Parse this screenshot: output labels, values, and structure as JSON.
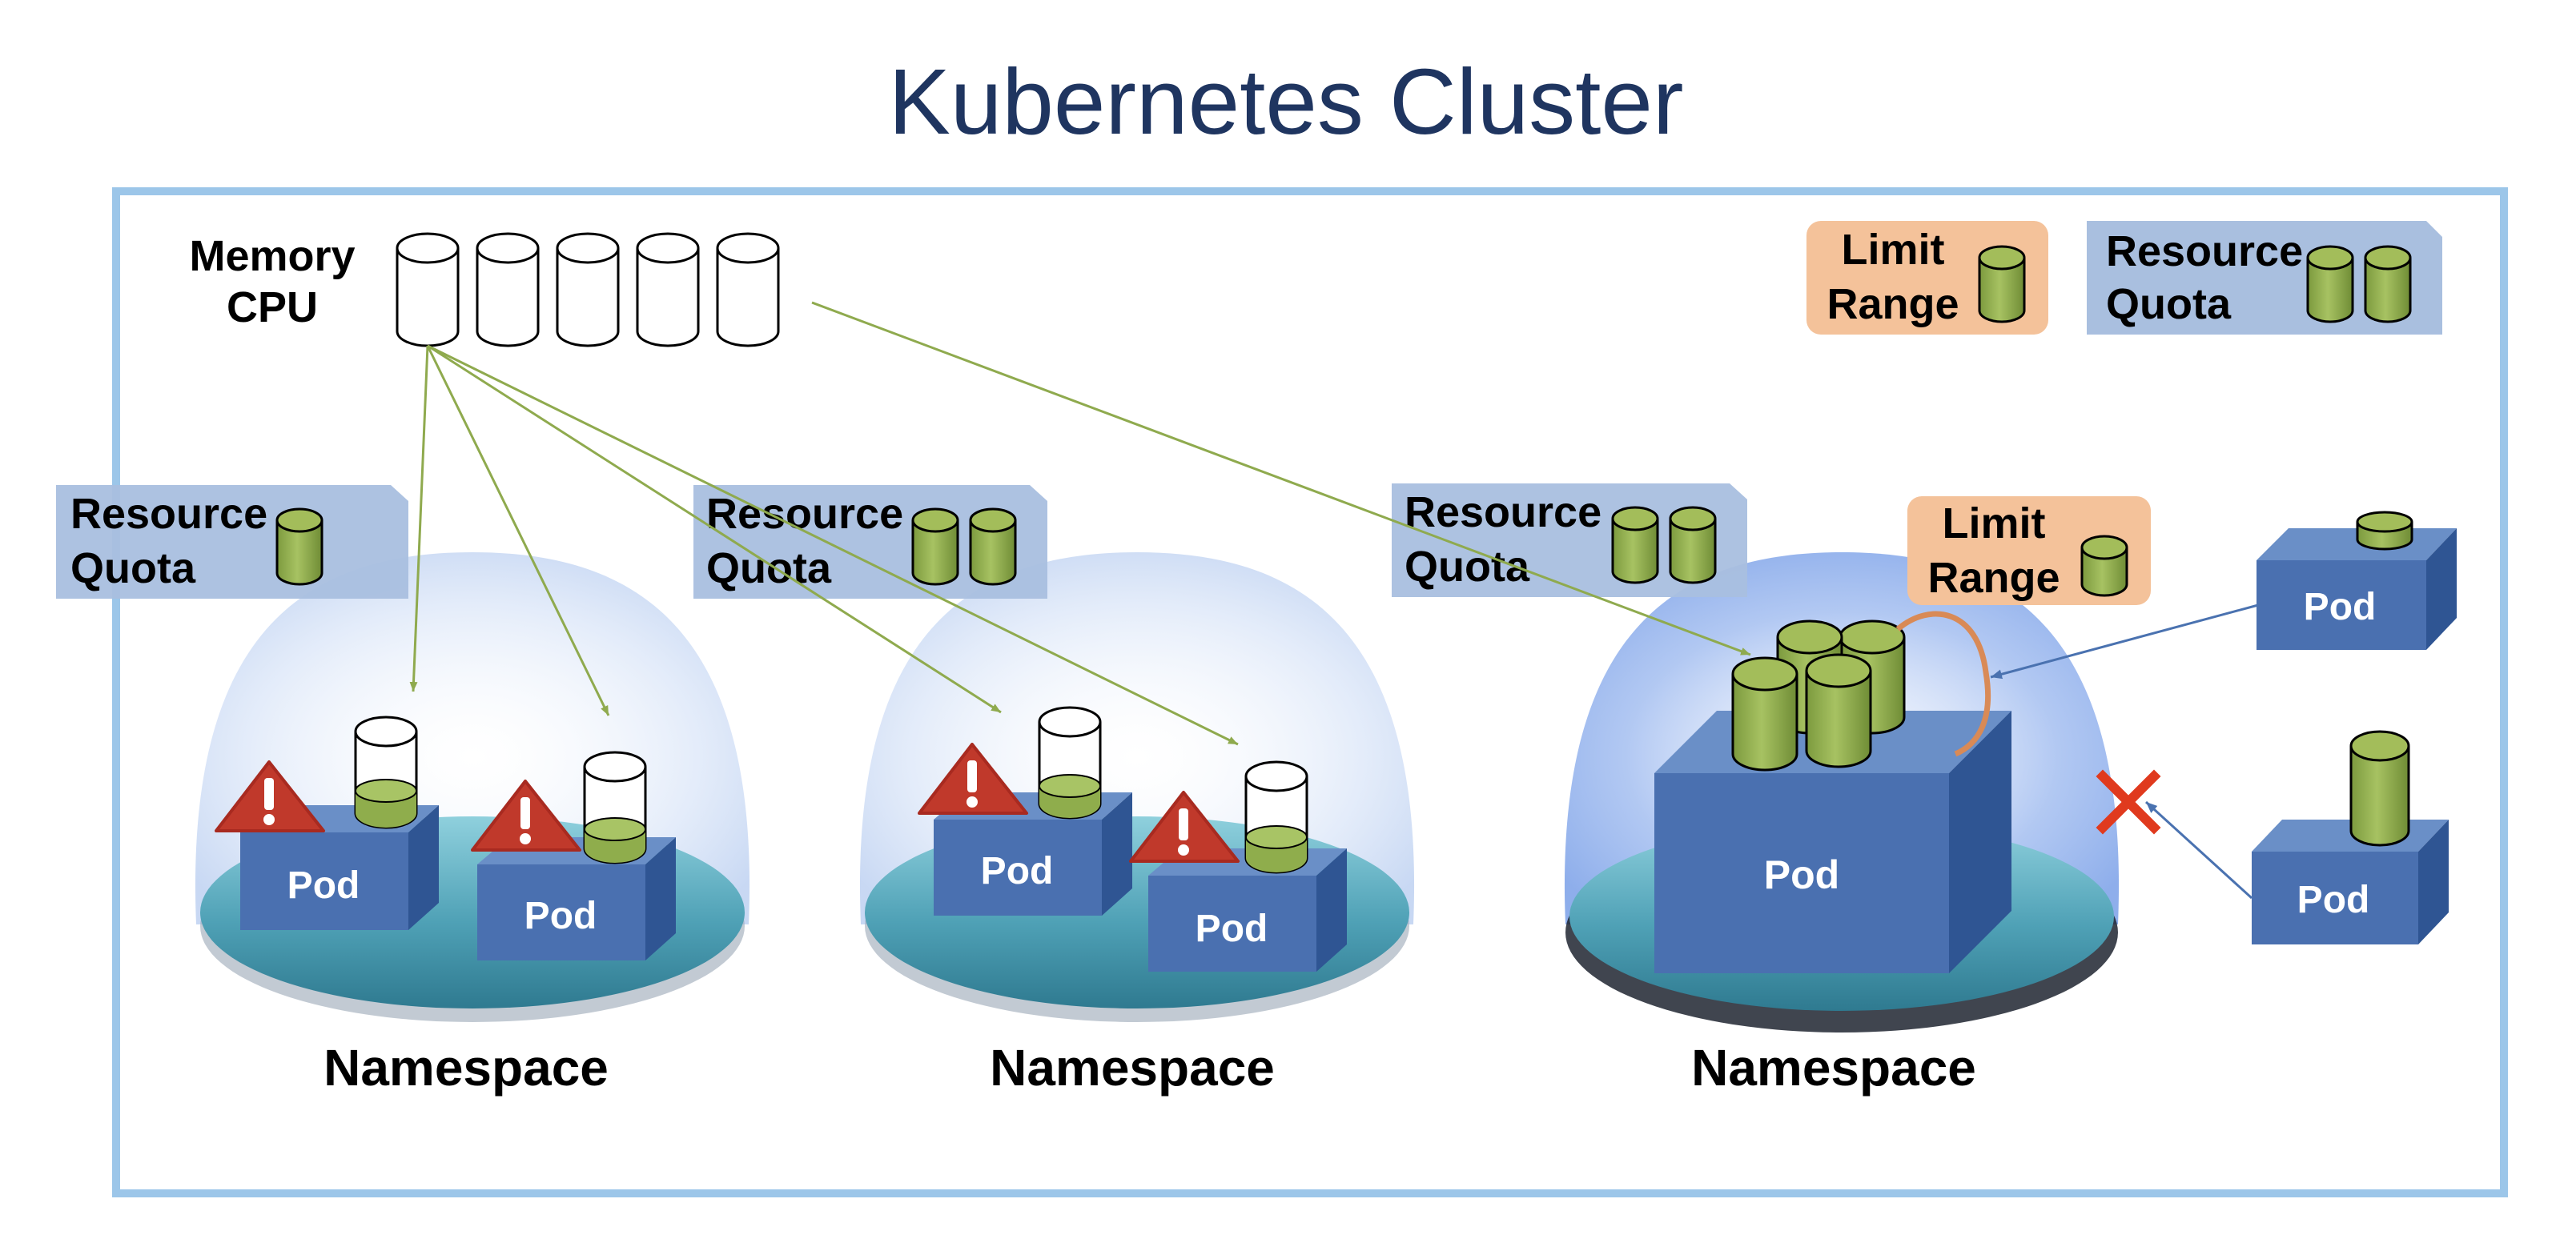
{
  "title": "Kubernetes Cluster",
  "cluster": {
    "resources_label_line1": "Memory",
    "resources_label_line2": "CPU",
    "resource_cylinder_count": 5
  },
  "legend": {
    "limit_range": {
      "line1": "Limit",
      "line2": "Range"
    },
    "resource_quota": {
      "line1": "Resource",
      "line2": "Quota"
    }
  },
  "namespaces": [
    {
      "label": "Namespace",
      "quota_line1": "Resource",
      "quota_line2": "Quota",
      "quota_cylinders": 1,
      "pods": [
        {
          "label": "Pod",
          "warning": true
        },
        {
          "label": "Pod",
          "warning": true
        }
      ]
    },
    {
      "label": "Namespace",
      "quota_line1": "Resource",
      "quota_line2": "Quota",
      "quota_cylinders": 2,
      "pods": [
        {
          "label": "Pod",
          "warning": true
        },
        {
          "label": "Pod",
          "warning": true
        }
      ]
    },
    {
      "label": "Namespace",
      "quota_line1": "Resource",
      "quota_line2": "Quota",
      "quota_cylinders": 2,
      "limit_range_line1": "Limit",
      "limit_range_line2": "Range",
      "pods": [
        {
          "label": "Pod",
          "cylinders": 4
        }
      ]
    }
  ],
  "external_pods": [
    {
      "label": "Pod",
      "admitted": true
    },
    {
      "label": "Pod",
      "admitted": false
    }
  ],
  "colors": {
    "title": "#1f3560",
    "cluster_border": "#9cc6e9",
    "quota_box": "#a9bfdf",
    "limit_box": "#f4c29a",
    "pod_front": "#4a70b0",
    "pod_top": "#6a8fc7",
    "pod_side": "#2f5593",
    "cylinder_green": "#8fad4c",
    "arrow_green": "#8faa4e",
    "arrow_blue": "#4a72b0",
    "warning_red": "#c0392b",
    "reject_red": "#e03a1e"
  },
  "icons": [
    "warning-icon",
    "reject-x-icon",
    "cylinder-icon"
  ]
}
